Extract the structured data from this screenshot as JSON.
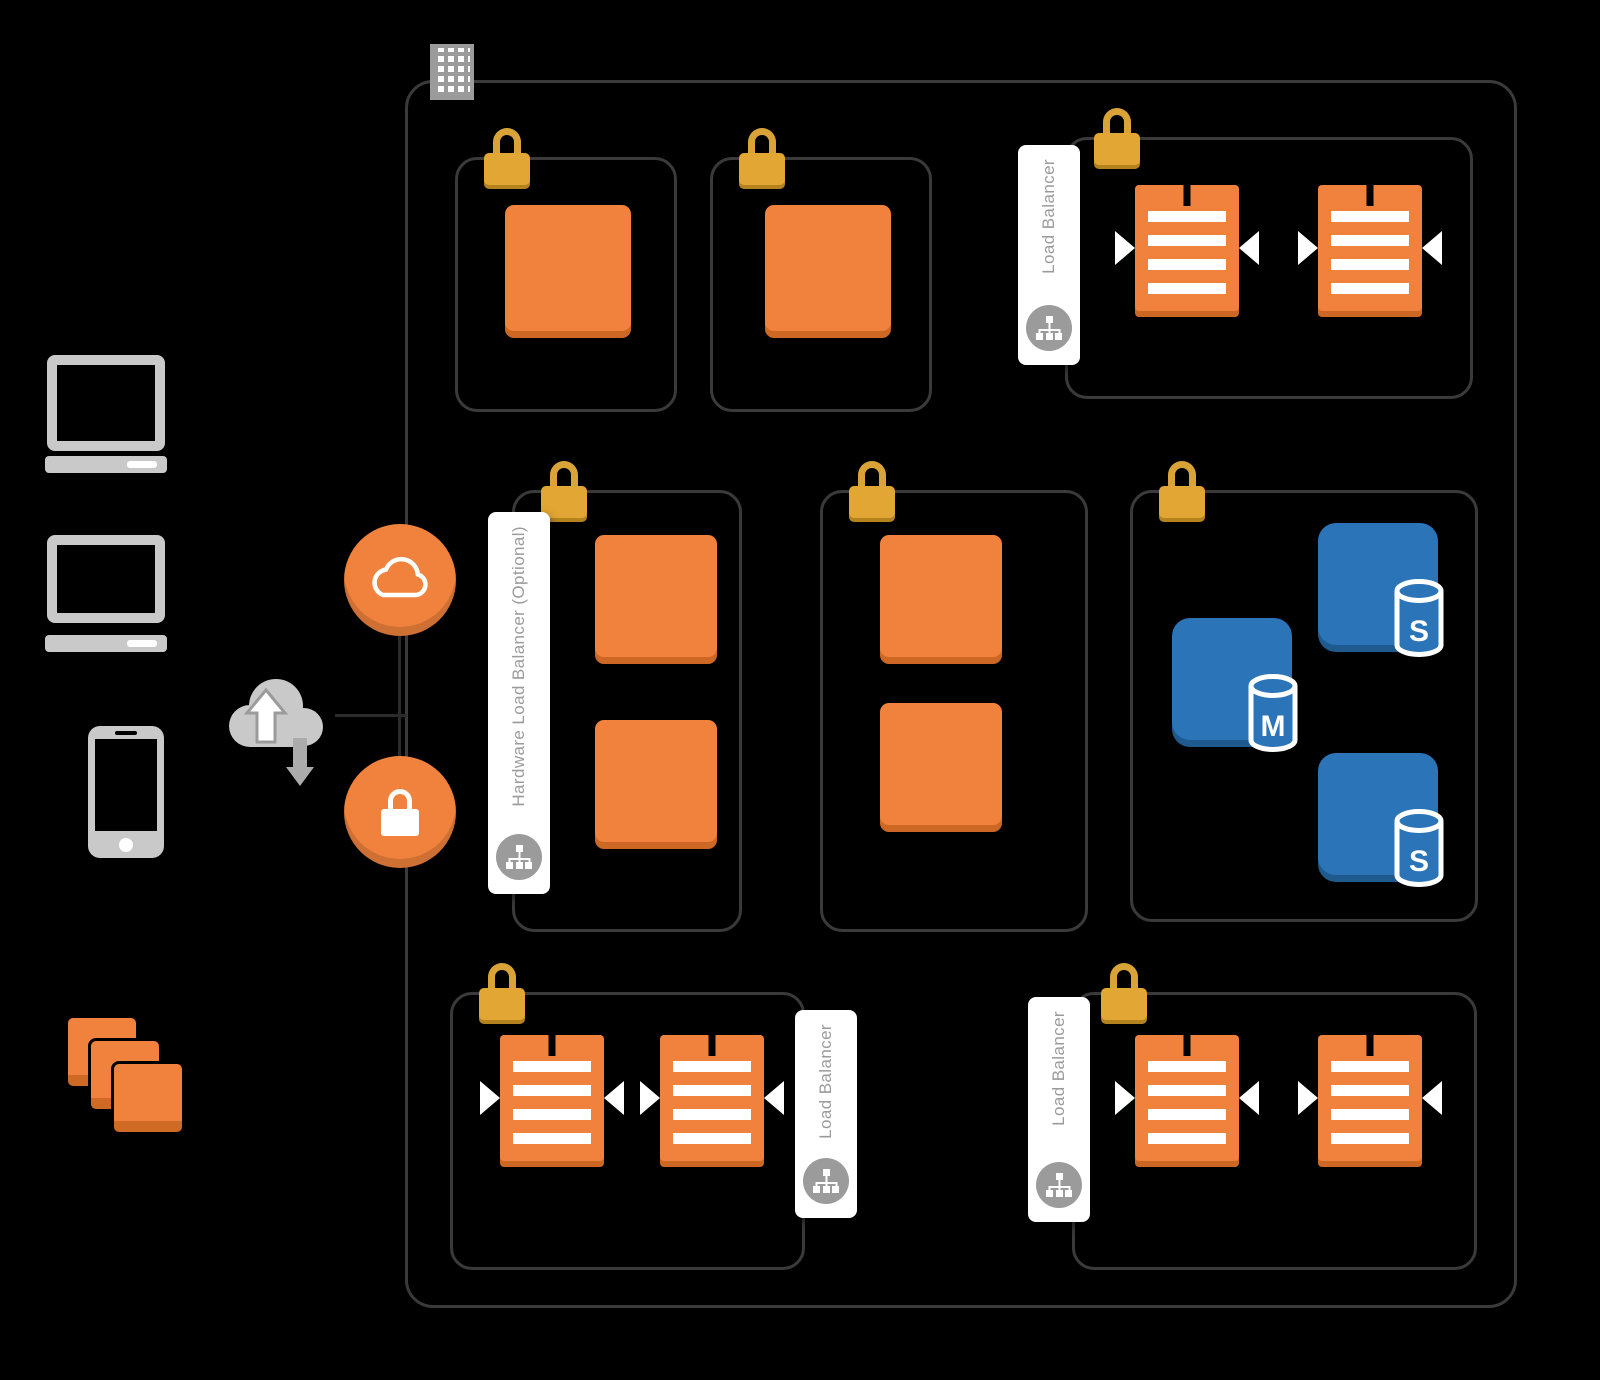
{
  "palette": {
    "background": "#000000",
    "orange": "#F0823D",
    "orange_shadow": "#CC6823",
    "gold": "#E2A634",
    "gold_shadow": "#B5831E",
    "blue": "#2B74B8",
    "blue_shadow": "#1E5A8E",
    "device_gray": "#C9C9C9",
    "label_gray": "#9B9B9B",
    "outline_gray": "#3A3A3A",
    "white": "#FFFFFF"
  },
  "labels": {
    "load_balancer_top_right": "Load Balancer",
    "hardware_load_balancer": "Hardware Load Balancer (Optional)",
    "load_balancer_bottom_left": "Load Balancer",
    "load_balancer_bottom_right": "Load Balancer"
  },
  "database": {
    "master_letter": "M",
    "slave_top_letter": "S",
    "slave_bottom_letter": "S"
  },
  "icons": {
    "building-icon": "office-building window grid",
    "lock-icon": "gold padlock on secured subnet",
    "laptop-icon": "laptop client device",
    "desktop-icon": "desktop client device",
    "mobile-icon": "mobile phone client device",
    "internet-cloud-icon": "gray cloud with upload/download arrows",
    "cloud-circle-icon": "orange circle with white cloud outline",
    "lock-circle-icon": "orange circle with white padlock",
    "instance-icon": "orange compute instance square",
    "queue-icon": "orange striped server with inbound/outbound arrows",
    "db-cylinder-icon": "database cylinder badge",
    "lb-node-icon": "gray circle with network-tree glyph",
    "stack-icon": "three cascading orange instance squares"
  }
}
